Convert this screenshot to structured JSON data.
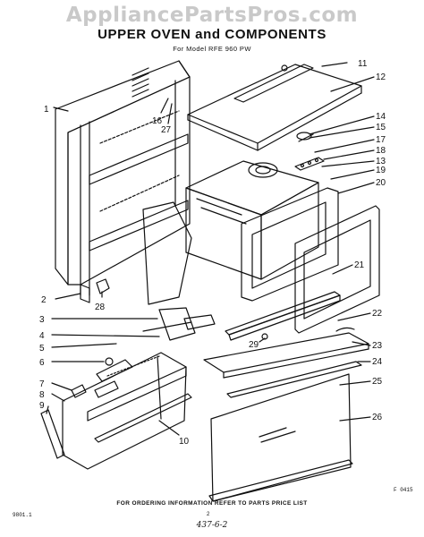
{
  "watermark": "AppliancePartsPros.com",
  "title": "UPPER OVEN and COMPONENTS",
  "subtitle": "For Model RFE 960 PW",
  "callouts": [
    "1",
    "2",
    "3",
    "4",
    "5",
    "6",
    "7",
    "8",
    "9",
    "10",
    "11",
    "12",
    "13",
    "14",
    "15",
    "16",
    "17",
    "18",
    "19",
    "20",
    "21",
    "22",
    "23",
    "24",
    "25",
    "26",
    "27",
    "28",
    "29"
  ],
  "figure_code": "F 0415",
  "footer": "FOR ORDERING INFORMATION REFER TO PARTS PRICE LIST",
  "page_number": "2",
  "left_code": "9801.1",
  "handwritten_note": "437-6-2"
}
